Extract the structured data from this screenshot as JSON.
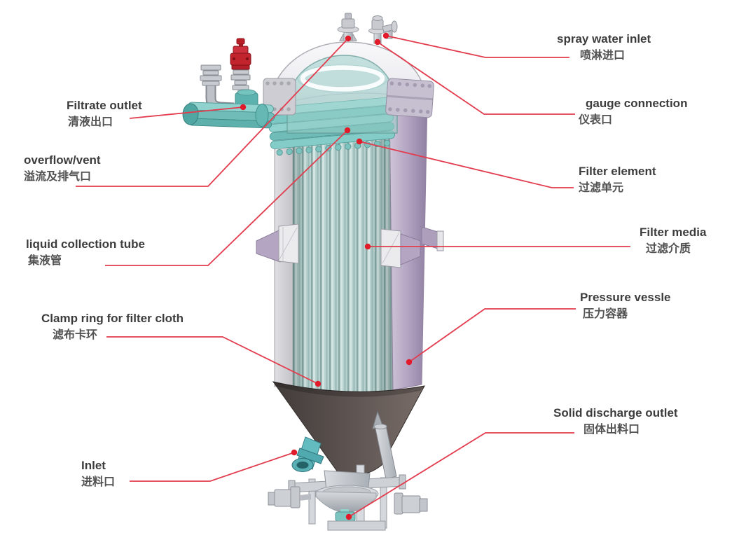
{
  "diagram": {
    "accent_color": "#e23c4e",
    "dot_color": "#e11b2a",
    "labels": {
      "spray_water_inlet": {
        "en": "spray water inlet",
        "zh": "喷淋进口"
      },
      "gauge_connection": {
        "en": "gauge connection",
        "zh": "仪表口"
      },
      "filtrate_outlet": {
        "en": "Filtrate outlet",
        "zh": "清液出口"
      },
      "overflow_vent": {
        "en": "overflow/vent",
        "zh": "溢流及排气口"
      },
      "liquid_collection_tube": {
        "en": "liquid collection tube",
        "zh": "集液管"
      },
      "clamp_ring_for_filter_cloth": {
        "en": "Clamp ring for filter cloth",
        "zh": "滤布卡环"
      },
      "inlet": {
        "en": "Inlet",
        "zh": "进料口"
      },
      "filter_element": {
        "en": "Filter element",
        "zh": "过滤单元"
      },
      "filter_media": {
        "en": "Filter media",
        "zh": "过滤介质"
      },
      "pressure_vessel": {
        "en": "Pressure vessle",
        "zh": "压力容器"
      },
      "solid_discharge_outlet": {
        "en": "Solid discharge outlet",
        "zh": "固体出料口"
      }
    }
  }
}
